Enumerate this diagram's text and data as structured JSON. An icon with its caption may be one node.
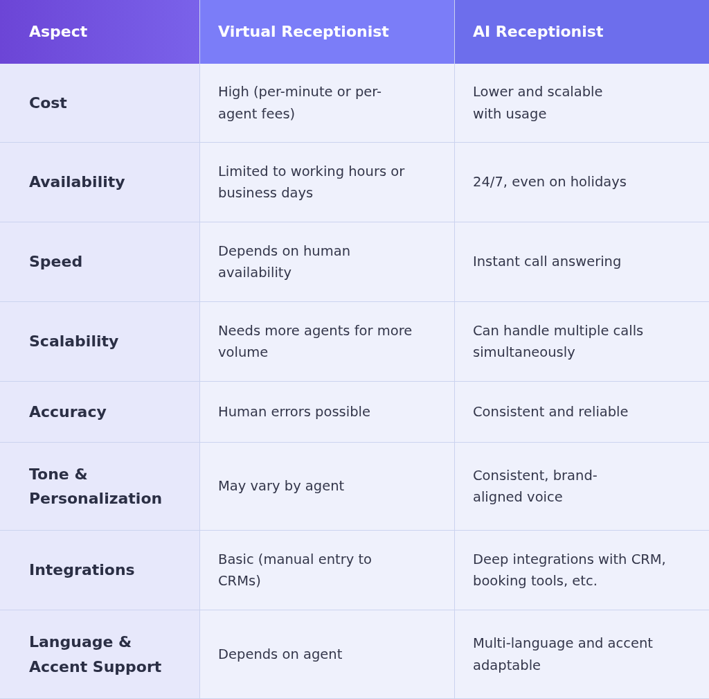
{
  "diagram": {
    "labels": [
      "Aspect",
      "Virtual Receptionist",
      "AI Receptionist",
      "Cost",
      "High (per-minute or per-agent fees)",
      "Lower and scalable with usage",
      "Availability",
      "Limited to working hours or business days",
      "24/7, even on holidays",
      "Speed",
      "Depends on human availability",
      "Instant call answering",
      "Scalability",
      "Needs more agents for more volume",
      "Can handle multiple calls simultaneously",
      "Accuracy",
      "Human errors possible",
      "Consistent and reliable",
      "Tone & Personalization",
      "May vary by agent",
      "Consistent, brand-aligned voice",
      "Integrations",
      "Basic (manual entry to CRMs)",
      "Deep integrations with CRM, booking tools, etc.",
      "Language & Accent Support",
      "Depends on agent",
      "Multi-language and accent adaptable"
    ]
  }
}
